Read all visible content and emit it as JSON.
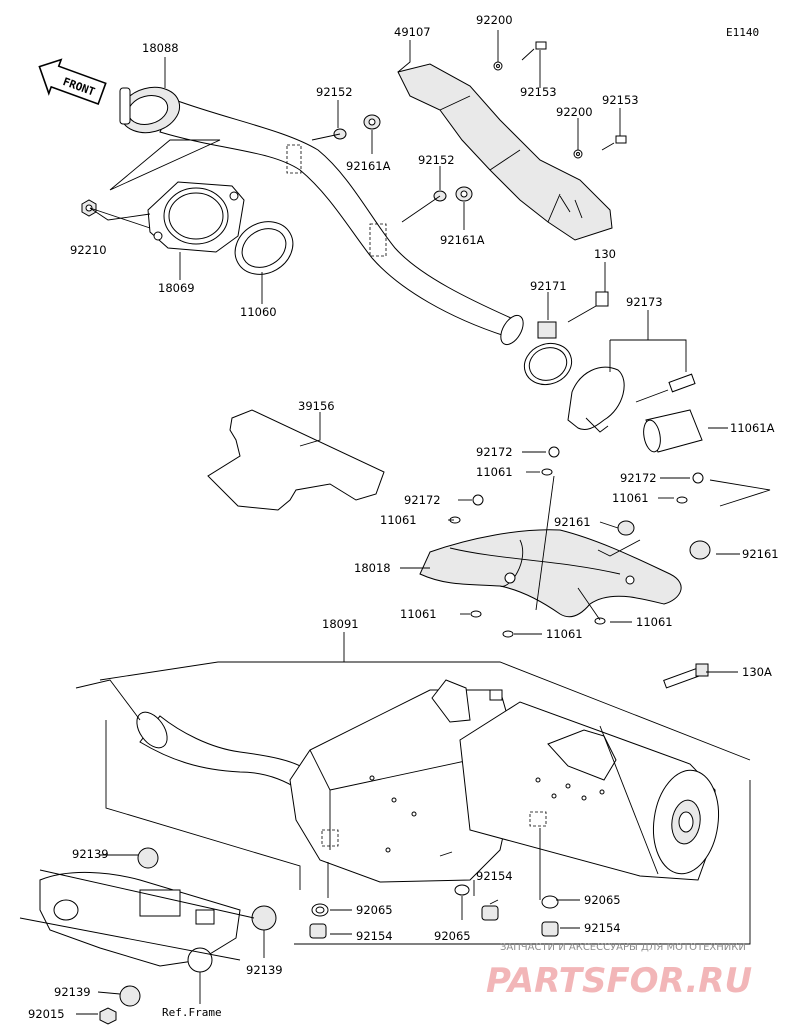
{
  "diagram_code": "E1140",
  "front_marker": "FRONT",
  "ref_frame": "Ref.Frame",
  "watermark": {
    "tagline": "ЗАПЧАСТИ И АКСЕССУАРЫ ДЛЯ МОТОТЕХНИКИ",
    "brand": "PARTSFOR.RU"
  },
  "callouts": [
    {
      "id": "c18088",
      "text": "18088"
    },
    {
      "id": "c49107",
      "text": "49107"
    },
    {
      "id": "c92200a",
      "text": "92200"
    },
    {
      "id": "c92153a",
      "text": "92153"
    },
    {
      "id": "c92152a",
      "text": "92152"
    },
    {
      "id": "c92161Aa",
      "text": "92161A"
    },
    {
      "id": "c92200b",
      "text": "92200"
    },
    {
      "id": "c92153b",
      "text": "92153"
    },
    {
      "id": "c92152b",
      "text": "92152"
    },
    {
      "id": "c92161Ab",
      "text": "92161A"
    },
    {
      "id": "c92210",
      "text": "92210"
    },
    {
      "id": "c18069",
      "text": "18069"
    },
    {
      "id": "c11060",
      "text": "11060"
    },
    {
      "id": "c130",
      "text": "130"
    },
    {
      "id": "c92171",
      "text": "92171"
    },
    {
      "id": "c92173",
      "text": "92173"
    },
    {
      "id": "c39156",
      "text": "39156"
    },
    {
      "id": "c11061A",
      "text": "11061A"
    },
    {
      "id": "c92172a",
      "text": "92172"
    },
    {
      "id": "c11061a",
      "text": "11061"
    },
    {
      "id": "c92172b",
      "text": "92172"
    },
    {
      "id": "c11061b",
      "text": "11061"
    },
    {
      "id": "c92172c",
      "text": "92172"
    },
    {
      "id": "c11061c",
      "text": "11061"
    },
    {
      "id": "c92161a",
      "text": "92161"
    },
    {
      "id": "c92161b",
      "text": "92161"
    },
    {
      "id": "c18018",
      "text": "18018"
    },
    {
      "id": "c11061d",
      "text": "11061"
    },
    {
      "id": "c11061e",
      "text": "11061"
    },
    {
      "id": "c11061f",
      "text": "11061"
    },
    {
      "id": "c18091",
      "text": "18091"
    },
    {
      "id": "c130A",
      "text": "130A"
    },
    {
      "id": "c92065a",
      "text": "92065"
    },
    {
      "id": "c92139a",
      "text": "92139"
    },
    {
      "id": "c92154a",
      "text": "92154"
    },
    {
      "id": "c92065b",
      "text": "92065"
    },
    {
      "id": "c92154b",
      "text": "92154"
    },
    {
      "id": "c92065c",
      "text": "92065"
    },
    {
      "id": "c92154c",
      "text": "92154"
    },
    {
      "id": "c92139b",
      "text": "92139"
    },
    {
      "id": "c92139c",
      "text": "92139"
    },
    {
      "id": "c92015",
      "text": "92015"
    }
  ]
}
